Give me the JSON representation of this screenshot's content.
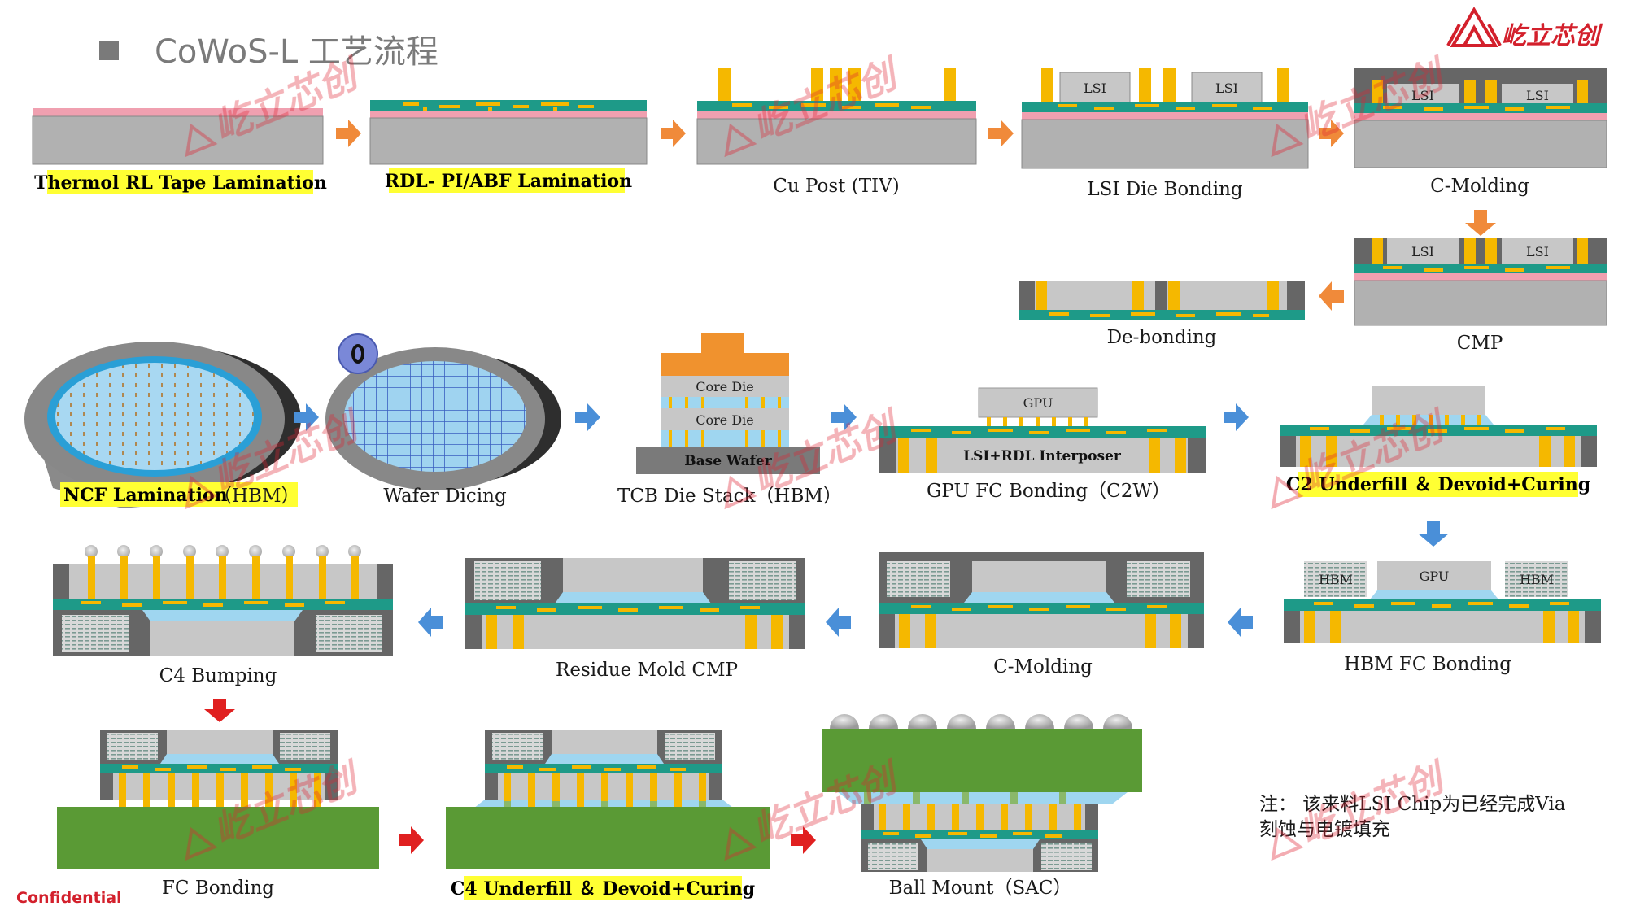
{
  "header": {
    "title": "CoWoS-L 工艺流程",
    "logo_text": "屹立芯创"
  },
  "watermark": {
    "text": "屹立芯创"
  },
  "footer": {
    "confidential": "Confidential"
  },
  "note": {
    "line1": "注：  该来料LSI Chip为已经完成Via",
    "line2": "刻蚀与电镀填充"
  },
  "chip_labels": {
    "lsi": "LSI",
    "core_die": "Core Die",
    "base_wafer": "Base Wafer",
    "gpu": "GPU",
    "hbm": "HBM",
    "interposer": "LSI+RDL Interposer"
  },
  "steps": {
    "s1": "Thermol RL Tape Lamination",
    "s2": "RDL- PI/ABF Lamination",
    "s3": "Cu Post (TIV)",
    "s4": "LSI Die Bonding",
    "s5": "C-Molding",
    "s6": "CMP",
    "s7": "De-bonding",
    "s8a": "NCF Lamination",
    "s8b": "（HBM）",
    "s9": "Wafer Dicing",
    "s10": "TCB Die Stack（HBM）",
    "s11": "GPU FC Bonding（C2W）",
    "s12": "C2 Underfill ＆ Devoid+Curing",
    "s13": "HBM FC Bonding",
    "s14": "C-Molding",
    "s15": "Residue Mold CMP",
    "s16": "C4 Bumping",
    "s17": "FC Bonding",
    "s18": "C4 Underfill ＆ Devoid+Curing",
    "s19": "Ball Mount（SAC）"
  },
  "colors": {
    "carrier": "#b1b1b1",
    "release_tape": "#f0a0b0",
    "rdl_teal": "#1e9a88",
    "copper_gold": "#f5b800",
    "die_gray": "#c7c7c7",
    "mold_dark": "#666666",
    "substrate_green": "#5a9a35",
    "arrow_blue": "#4a8fd8",
    "arrow_orange": "#f08a3a",
    "arrow_red": "#e02020",
    "highlight_yellow": "#ffff33",
    "brand_red": "#d3202c"
  }
}
